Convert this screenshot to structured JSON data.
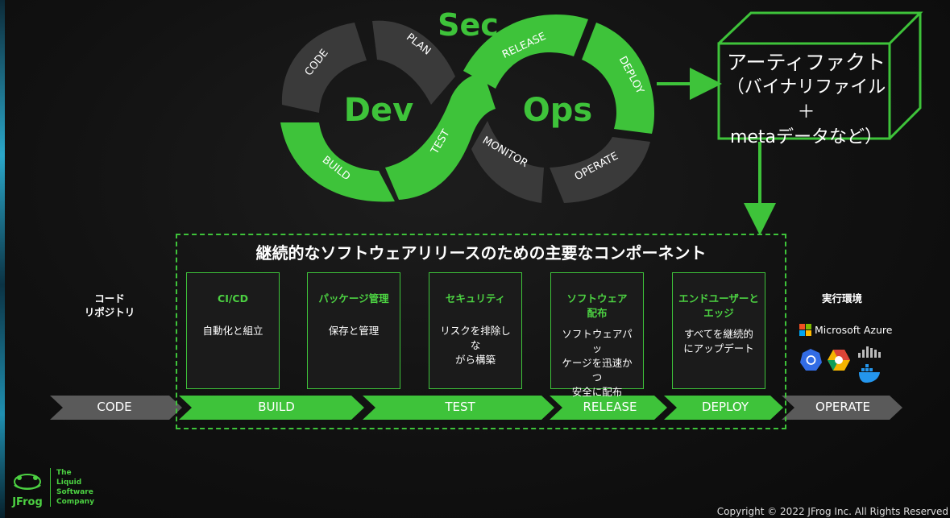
{
  "loop": {
    "sec": "Sec",
    "dev": "Dev",
    "ops": "Ops",
    "segments": {
      "code": "CODE",
      "plan": "PLAN",
      "build": "BUILD",
      "test": "TEST",
      "release": "RELEASE",
      "deploy": "DEPLOY",
      "monitor": "MONITOR",
      "operate": "OPERATE"
    }
  },
  "artifact": {
    "line1": "アーティファクト",
    "line2": "（バイナリファイル＋",
    "line3": "metaデータなど）"
  },
  "frame_title": "継続的なソフトウェアリリースのための主要なコンポーネント",
  "left": {
    "line1": "コード",
    "line2": "リポジトリ"
  },
  "cards": [
    {
      "title": [
        "CI/CD"
      ],
      "desc": [
        "自動化と組立"
      ]
    },
    {
      "title": [
        "パッケージ管理"
      ],
      "desc": [
        "保存と管理"
      ]
    },
    {
      "title": [
        "セキュリティ"
      ],
      "desc": [
        "リスクを排除しな",
        "がら構築"
      ]
    },
    {
      "title": [
        "ソフトウェア",
        "配布"
      ],
      "desc": [
        "ソフトウェアパッ",
        "ケージを迅速かつ",
        "安全に配布"
      ]
    },
    {
      "title": [
        "エンドユーザーと",
        "エッジ"
      ],
      "desc": [
        "すべてを継続的",
        "にアップデート"
      ]
    }
  ],
  "right": {
    "title": "実行環境",
    "azure": "Microsoft Azure"
  },
  "stages": [
    "CODE",
    "BUILD",
    "TEST",
    "RELEASE",
    "DEPLOY",
    "OPERATE"
  ],
  "footer": {
    "logo": "JFrog",
    "tagline": [
      "The",
      "Liquid",
      "Software",
      "Company"
    ],
    "copyright": "Copyright © 2022  JFrog Inc. All Rights Reserved"
  },
  "colors": {
    "green": "#3ec33a",
    "gray_segment": "#3a3a3a",
    "gray_arrow": "#5a5a5a",
    "text_green": "#4cd142"
  }
}
